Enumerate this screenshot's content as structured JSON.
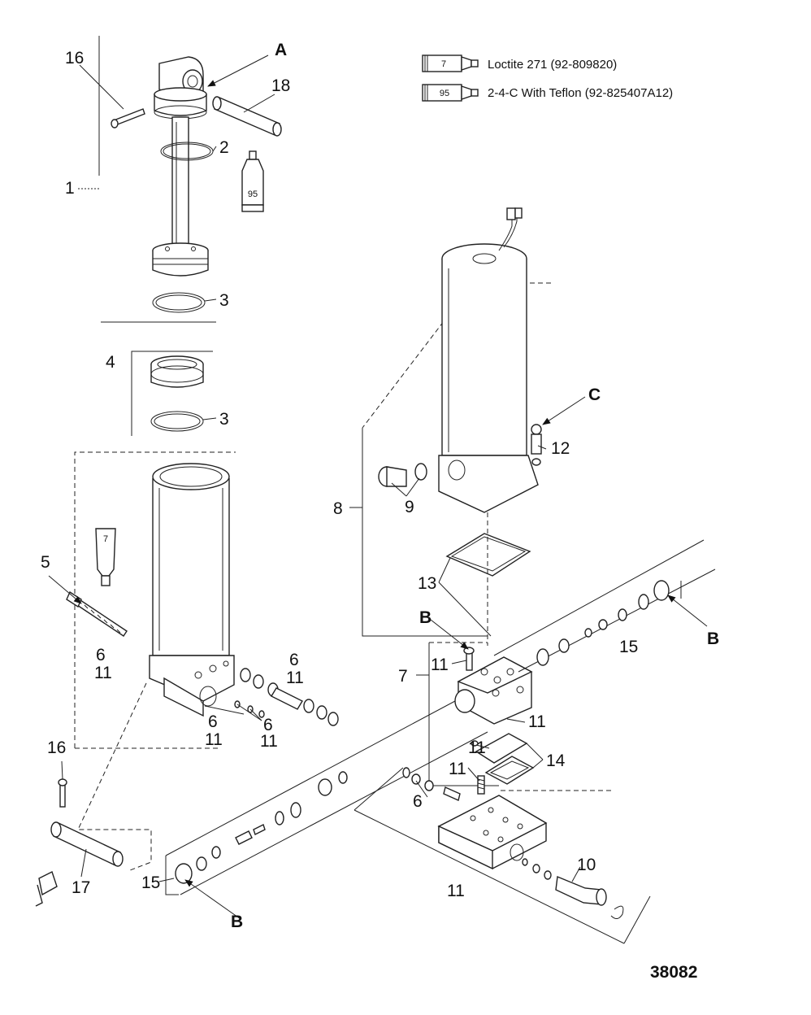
{
  "legend": [
    {
      "code": "7",
      "text": "Loctite 271 (92-809820)"
    },
    {
      "code": "95",
      "text": "2-4-C  With Teflon (92-825407A12)"
    }
  ],
  "labels": {
    "l16a": "16",
    "l2": "2",
    "l18": "18",
    "l1": "1",
    "l3a": "3",
    "l4": "4",
    "l3b": "3",
    "l5": "5",
    "l6a": "6",
    "l11a": "11",
    "l6b": "6",
    "l11b": "11",
    "l6c": "6",
    "l11c": "11",
    "l6d": "6",
    "l11d": "11",
    "l16b": "16",
    "l17": "17",
    "l15a": "15",
    "l8": "8",
    "l9": "9",
    "l12": "12",
    "l13": "13",
    "l7": "7",
    "l11e": "11",
    "l15b": "15",
    "l11f": "11",
    "l11g": "11",
    "l11h": "11",
    "l14": "14",
    "l6e": "6",
    "l10": "10",
    "l11i": "11"
  },
  "refs": {
    "A": "A",
    "C": "C",
    "B1": "B",
    "B2": "B",
    "B3": "B"
  },
  "tubes": {
    "t95": "95",
    "t7": "7"
  },
  "figure_number": "38082"
}
